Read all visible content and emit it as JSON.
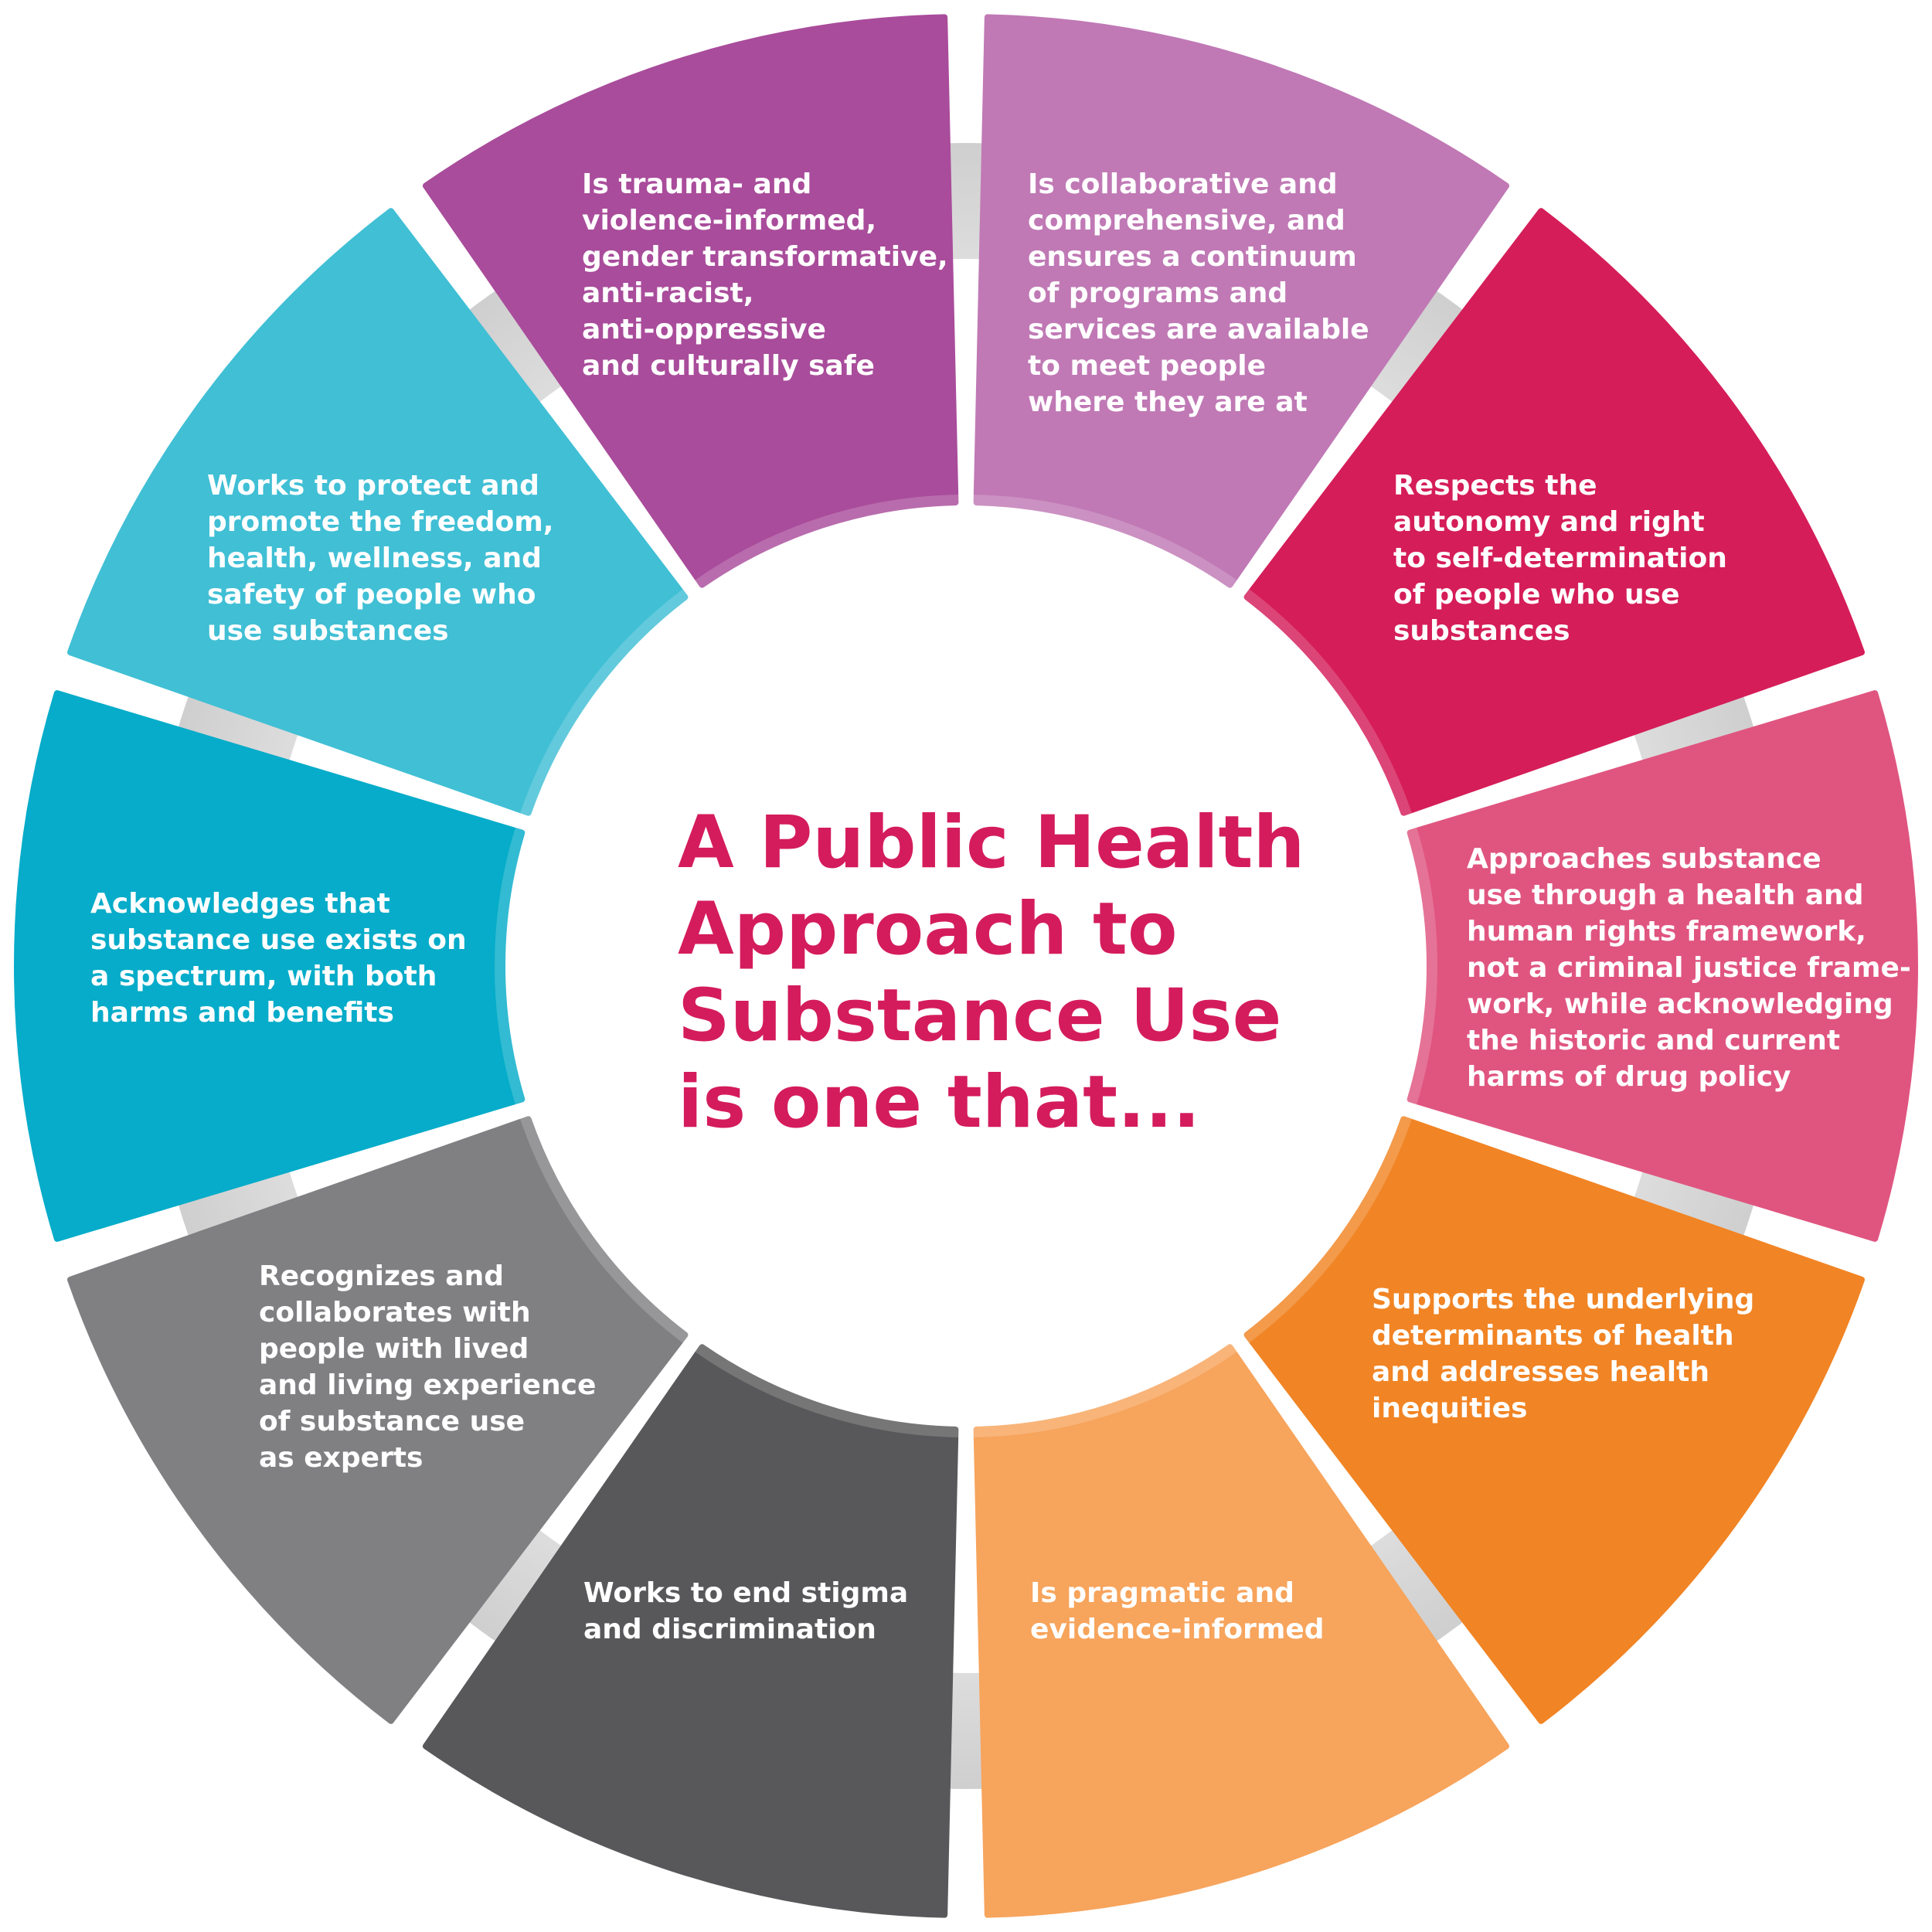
{
  "title": {
    "lines": [
      "A Public Health",
      "Approach to",
      "Substance Use",
      "is one that..."
    ],
    "color": "#d41c5c"
  },
  "segments": [
    {
      "lines": [
        "Is collaborative and",
        "comprehensive, and",
        "ensures a continuum",
        "of programs and",
        "services are available",
        "to meet people",
        "where they are at"
      ],
      "color": "#c079b5"
    },
    {
      "lines": [
        "Respects the",
        "autonomy and right",
        "to self-determination",
        "of people who use",
        "substances"
      ],
      "color": "#d51d59"
    },
    {
      "lines": [
        "Approaches substance",
        "use through a health and",
        "human rights framework,",
        "not a criminal justice frame-",
        "work, while acknowledging",
        "the historic and current",
        "harms of drug policy"
      ],
      "color": "#e05580"
    },
    {
      "lines": [
        "Supports the underlying",
        "determinants of health",
        "and addresses health",
        "inequities"
      ],
      "color": "#f18424"
    },
    {
      "lines": [
        "Is pragmatic and",
        "evidence-informed"
      ],
      "color": "#f7a45c"
    },
    {
      "lines": [
        "Works to end stigma",
        "and discrimination"
      ],
      "color": "#58585a"
    },
    {
      "lines": [
        "Recognizes and",
        "collaborates with",
        "people with lived",
        "and living experience",
        "of substance use",
        "as experts"
      ],
      "color": "#808083"
    },
    {
      "lines": [
        "Acknowledges that",
        "substance use exists on",
        "a spectrum, with both",
        "harms and benefits"
      ],
      "color": "#06acc9"
    },
    {
      "lines": [
        "Works to protect and",
        "promote the freedom,",
        "health, wellness, and",
        "safety of people who",
        "use substances"
      ],
      "color": "#40bfd5"
    },
    {
      "lines": [
        "Is trauma- and",
        "violence-informed,",
        "gender transformative,",
        "anti-racist,",
        "anti-oppressive",
        "and culturally safe"
      ],
      "color": "#a94c9b"
    }
  ]
}
